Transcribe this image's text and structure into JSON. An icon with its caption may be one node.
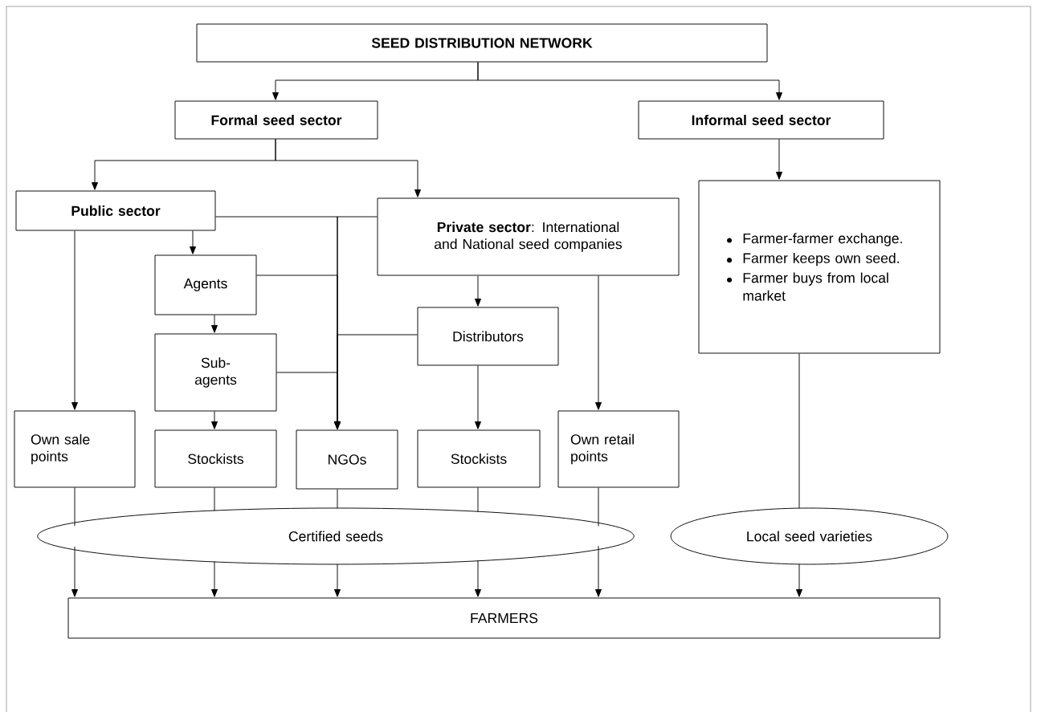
{
  "diagram": {
    "nodes": [
      {
        "text": [
          "SEED DISTRIBUTION NETWORK"
        ]
      },
      {
        "text": [
          "Formal seed sector"
        ]
      },
      {
        "text": [
          "Informal seed sector"
        ]
      },
      {
        "text": [
          "Public sector"
        ]
      },
      {
        "text": [
          "**Private sector**: International and National seed companies"
        ]
      },
      {
        "text": [
          "Farmer-farmer exchange.",
          "Farmer keeps own seed.",
          "Farmer buys from local market"
        ]
      },
      {
        "text": [
          "Agents"
        ]
      },
      {
        "text": [
          "Sub- agents"
        ]
      },
      {
        "text": [
          "Distributors"
        ]
      },
      {
        "text": [
          "Own sale points"
        ]
      },
      {
        "text": [
          "Stockists"
        ]
      },
      {
        "text": [
          "NGOs"
        ]
      },
      {
        "text": [
          "Stockists"
        ]
      },
      {
        "text": [
          "Own retail points"
        ]
      },
      {
        "text": [
          "Certified seeds"
        ]
      },
      {
        "text": [
          "Local seed varieties"
        ]
      },
      {
        "text": [
          "FARMERS"
        ]
      }
    ],
    "edges": [
      {
        "from": 0,
        "to": 1,
        "arrow": "to"
      },
      {
        "from": 0,
        "to": 2,
        "arrow": "to"
      },
      {
        "from": 1,
        "to": 3,
        "arrow": "to"
      },
      {
        "from": 1,
        "to": 4,
        "arrow": "to"
      },
      {
        "from": 2,
        "to": 5,
        "arrow": "to"
      },
      {
        "from": 3,
        "to": 9,
        "arrow": "to"
      },
      {
        "from": 3,
        "to": 6,
        "arrow": "to"
      },
      {
        "from": 3,
        "to": 11,
        "arrow": "to"
      },
      {
        "from": 4,
        "to": 11,
        "arrow": "to"
      },
      {
        "from": 6,
        "to": 11,
        "arrow": "to"
      },
      {
        "from": 7,
        "to": 11,
        "arrow": "to"
      },
      {
        "from": 8,
        "to": 11,
        "arrow": "to"
      },
      {
        "from": 6,
        "to": 7,
        "arrow": "to"
      },
      {
        "from": 7,
        "to": 10,
        "arrow": "to"
      },
      {
        "from": 4,
        "to": 8,
        "arrow": "to"
      },
      {
        "from": 8,
        "to": 12,
        "arrow": "to"
      },
      {
        "from": 4,
        "to": 13,
        "arrow": "to"
      },
      {
        "from": 9,
        "to": 14,
        "arrow": "none"
      },
      {
        "from": 10,
        "to": 14,
        "arrow": "none"
      },
      {
        "from": 11,
        "to": 14,
        "arrow": "none"
      },
      {
        "from": 12,
        "to": 14,
        "arrow": "none"
      },
      {
        "from": 13,
        "to": 14,
        "arrow": "none"
      },
      {
        "from": 14,
        "to": 16,
        "arrow": "to"
      },
      {
        "from": 14,
        "to": 16,
        "arrow": "to"
      },
      {
        "from": 14,
        "to": 16,
        "arrow": "to"
      },
      {
        "from": 14,
        "to": 16,
        "arrow": "to"
      },
      {
        "from": 14,
        "to": 16,
        "arrow": "to"
      },
      {
        "from": 5,
        "to": 15,
        "arrow": "none"
      },
      {
        "from": 15,
        "to": 16,
        "arrow": "to"
      }
    ]
  }
}
